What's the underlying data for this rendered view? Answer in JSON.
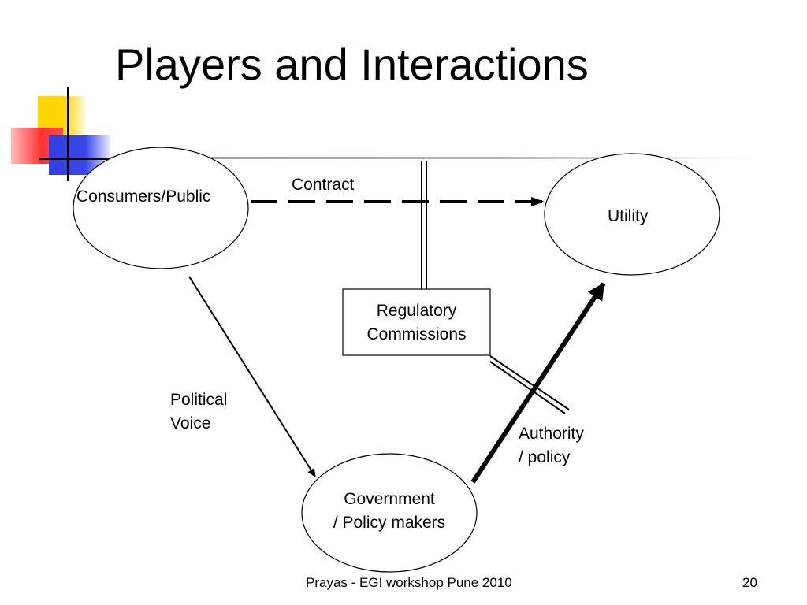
{
  "slide": {
    "title": "Players and Interactions",
    "footer": "Prayas - EGI workshop Pune 2010",
    "page_number": "20"
  },
  "nodes": {
    "consumers": "Consumers/Public",
    "utility": "Utility",
    "regulatory_line1": "Regulatory",
    "regulatory_line2": "Commissions",
    "government_line1": "Government",
    "government_line2": "/ Policy makers"
  },
  "edges": {
    "contract": "Contract",
    "political_line1": "Political",
    "political_line2": "Voice",
    "authority_line1": "Authority",
    "authority_line2": "/ policy"
  }
}
